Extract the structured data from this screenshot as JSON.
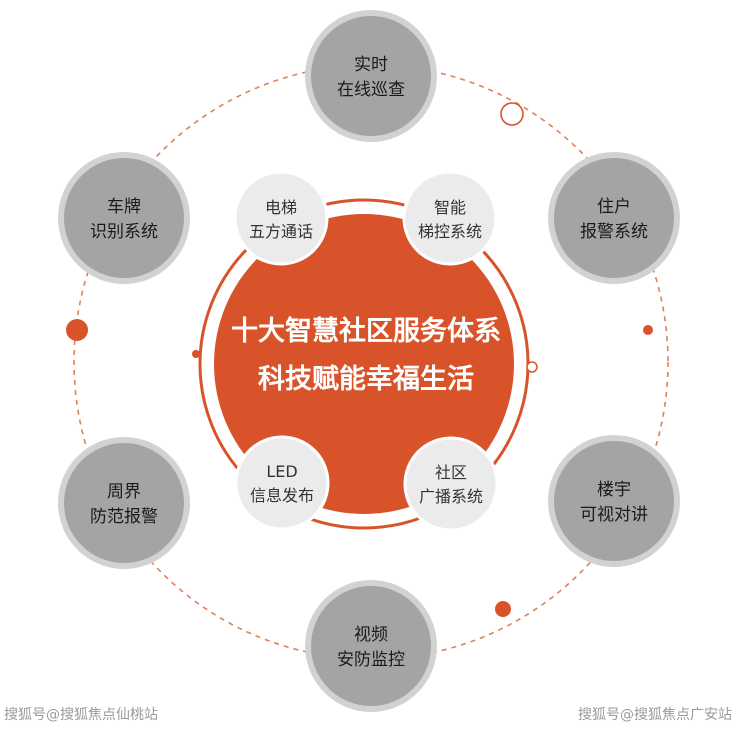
{
  "center": {
    "line1": "十大智慧社区服务体系",
    "line2": "科技赋能幸福生活"
  },
  "outer_nodes": [
    {
      "line1": "实时",
      "line2": "在线巡查"
    },
    {
      "line1": "住户",
      "line2": "报警系统"
    },
    {
      "line1": "楼宇",
      "line2": "可视对讲"
    },
    {
      "line1": "视频",
      "line2": "安防监控"
    },
    {
      "line1": "周界",
      "line2": "防范报警"
    },
    {
      "line1": "车牌",
      "line2": "识别系统"
    }
  ],
  "inner_nodes": [
    {
      "line1": "电梯",
      "line2": "五方通话"
    },
    {
      "line1": "智能",
      "line2": "梯控系统"
    },
    {
      "line1": "LED",
      "line2": "信息发布"
    },
    {
      "line1": "社区",
      "line2": "广播系统"
    }
  ],
  "watermarks": {
    "left": "搜狐号@搜狐焦点仙桃站",
    "right": "搜狐号@搜狐焦点广安站"
  },
  "colors": {
    "accent": "#d9532a",
    "node_fill": "#a4a4a4",
    "node_ring": "#d2d2d2",
    "inner_fill": "#ebebeb",
    "dash": "#e0805a"
  }
}
